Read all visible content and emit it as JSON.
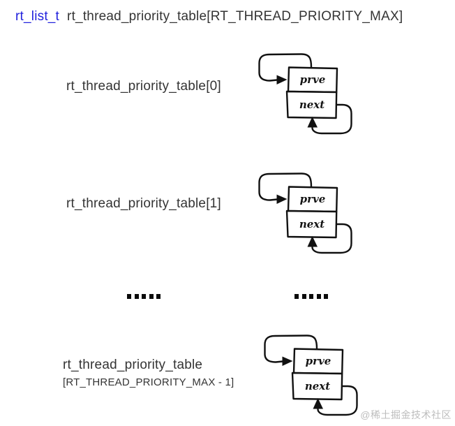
{
  "title": {
    "type_label": "rt_list_t",
    "array_label": "rt_thread_priority_table[RT_THREAD_PRIORITY_MAX]"
  },
  "rows": [
    {
      "label": "rt_thread_priority_table[0]"
    },
    {
      "label": "rt_thread_priority_table[1]"
    },
    {
      "label_line1": "rt_thread_priority_table",
      "label_line2": "[RT_THREAD_PRIORITY_MAX - 1]"
    }
  ],
  "node": {
    "prev_field": "prve",
    "next_field": "next"
  },
  "ellipsis": ".....",
  "watermark": "@稀土掘金技术社区",
  "colors": {
    "type_name_blue": "#2222dd",
    "text_ink": "#343434",
    "diagram_stroke": "#111111",
    "watermark_gray": "#bdbdbd"
  }
}
